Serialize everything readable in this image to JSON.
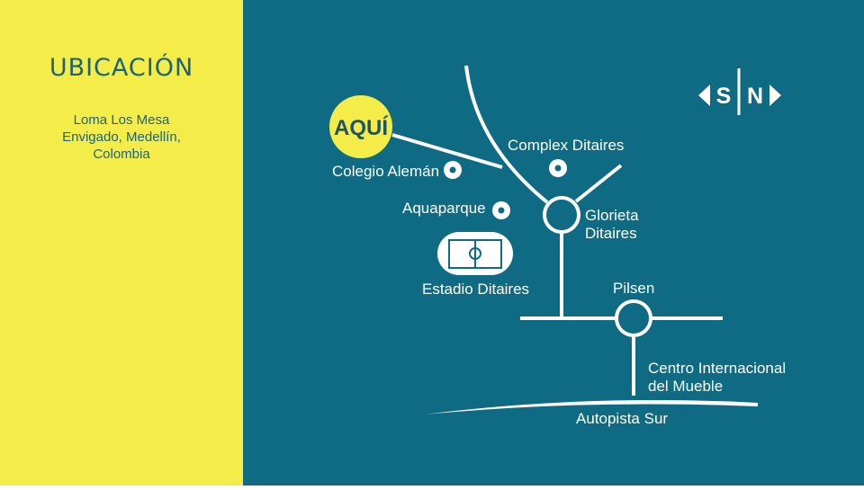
{
  "colors": {
    "accent_yellow": "#f4ec48",
    "map_background": "#0f6b83",
    "title_text": "#1d6478",
    "road": "#ffffff",
    "here_marker": "#f4ec48"
  },
  "sidebar": {
    "title": "UBICACIÓN",
    "address_lines": [
      "Loma Los Mesa",
      "Envigado, Medellín,",
      "Colombia"
    ]
  },
  "map": {
    "here_label": "AQUÍ",
    "compass": {
      "south": "S",
      "north": "N"
    },
    "places": {
      "colegio": "Colegio Alemán",
      "complex": "Complex Ditaires",
      "aquaparque": "Aquaparque",
      "glorieta_line1": "Glorieta",
      "glorieta_line2": "Ditaires",
      "estadio": "Estadio Ditaires",
      "pilsen": "Pilsen",
      "centro_line1": "Centro Internacional",
      "centro_line2": "del Mueble",
      "autopista": "Autopista Sur"
    },
    "icons": [
      "poi-marker-icon",
      "stadium-icon",
      "roundabout-icon",
      "compass-icon"
    ]
  }
}
